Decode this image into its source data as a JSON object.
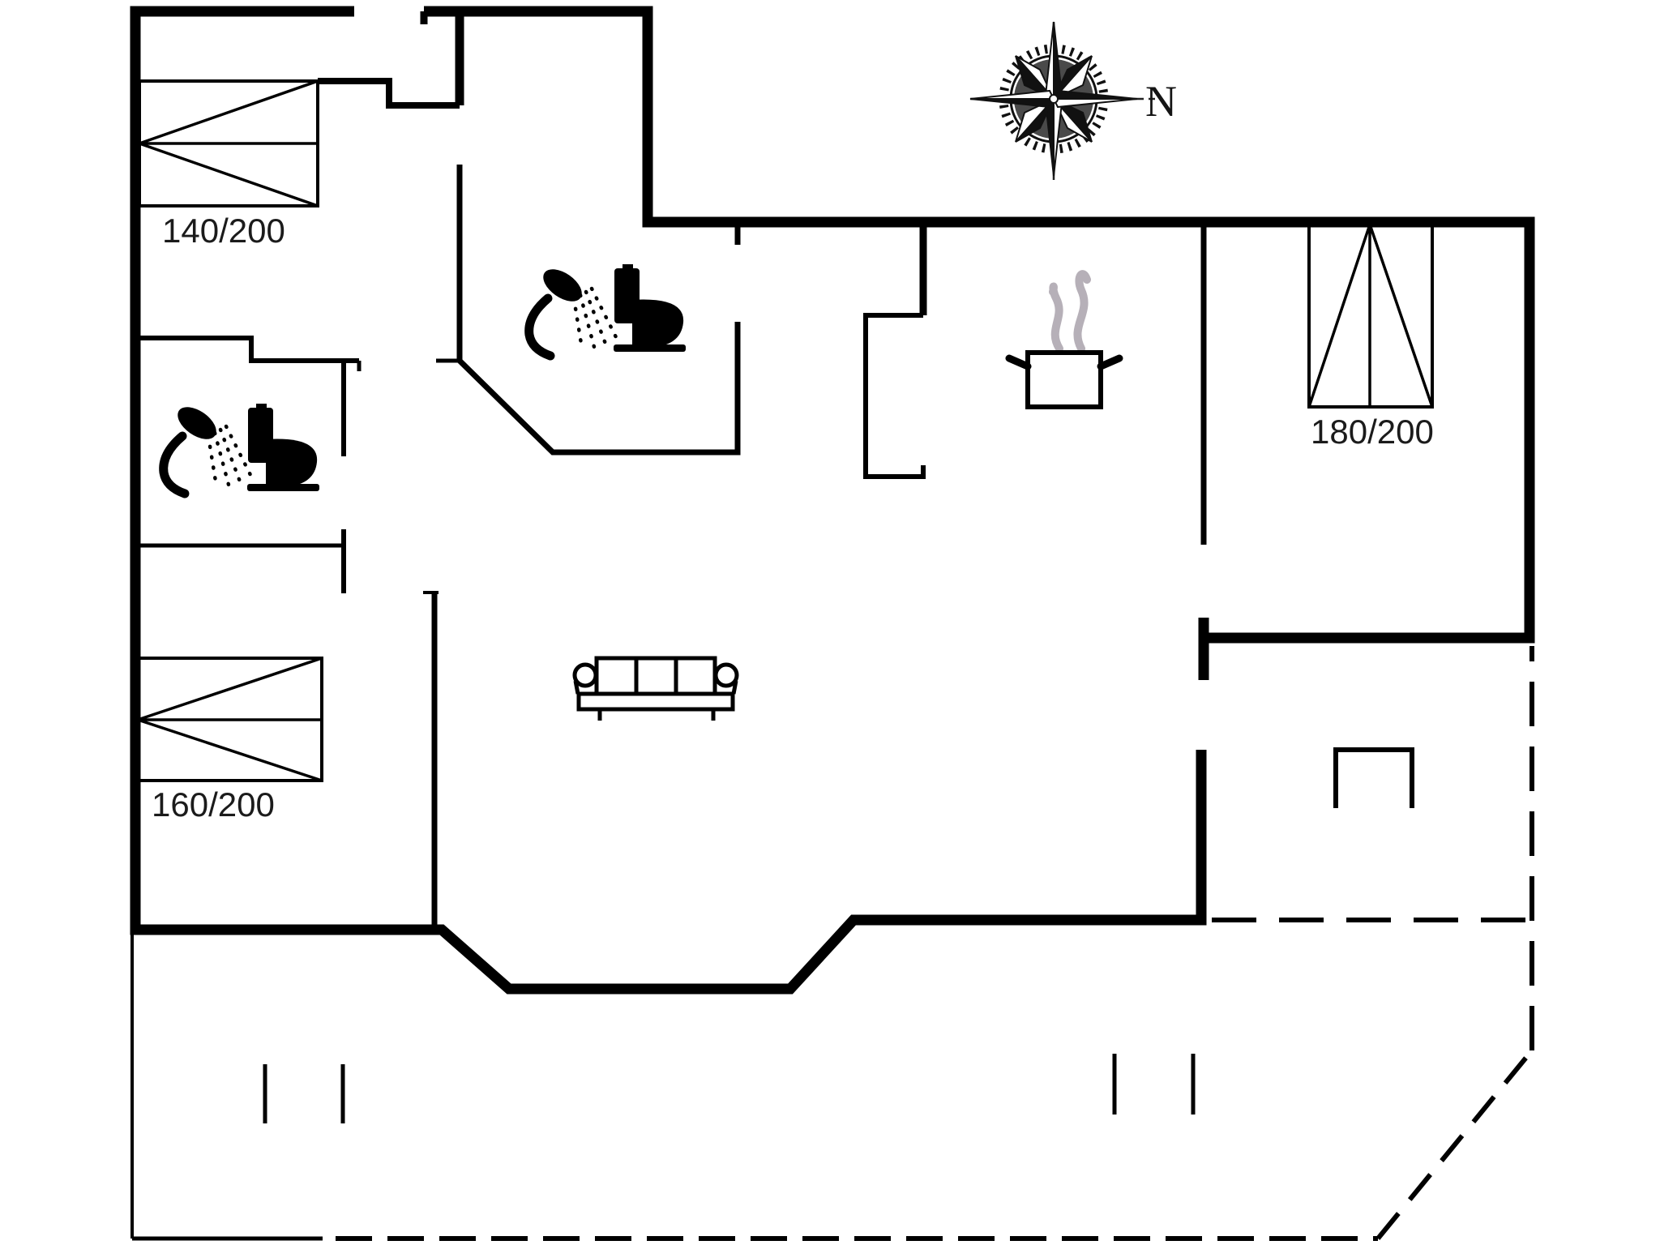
{
  "beds": [
    {
      "name": "double-bed-140",
      "label": "140/200"
    },
    {
      "name": "double-bed-160",
      "label": "160/200"
    },
    {
      "name": "double-bed-180",
      "label": "180/200"
    }
  ],
  "compass": {
    "label": "N"
  },
  "icons": [
    "compass-rose-icon",
    "shower-icon",
    "toilet-icon",
    "cooking-pot-icon",
    "steam-icon",
    "sofa-icon",
    "bed-icon"
  ],
  "colors": {
    "wall": "#000000",
    "label_text": "#1b1b1b",
    "steam": "#b6b0b8",
    "background": "#ffffff"
  },
  "line_styles": {
    "exterior_wall": "thick solid",
    "interior_wall": "medium solid",
    "terrace_boundary": "dashed",
    "furniture": "thin solid"
  }
}
